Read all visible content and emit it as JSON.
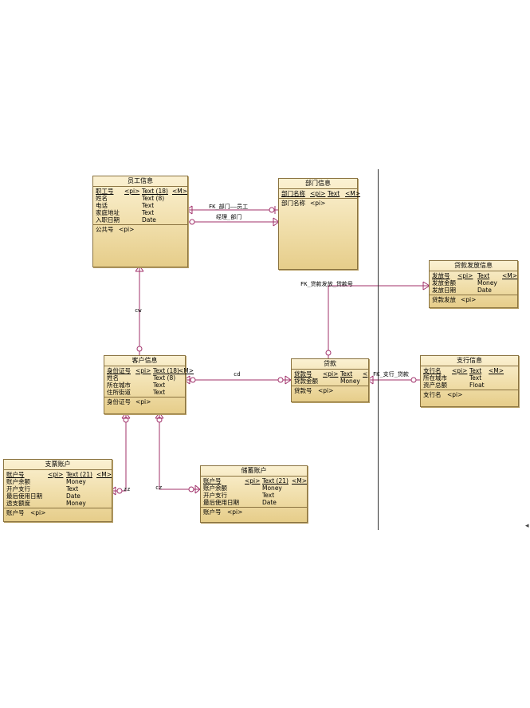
{
  "entities": {
    "employee": {
      "title": "员工信息",
      "attrs": [
        {
          "name": "职工号",
          "pi": "<pi>",
          "type": "Text (18)",
          "m": "<M>"
        },
        {
          "name": "姓名",
          "pi": "",
          "type": "Text (8)",
          "m": ""
        },
        {
          "name": "电话",
          "pi": "",
          "type": "Text",
          "m": ""
        },
        {
          "name": "家庭地址",
          "pi": "",
          "type": "Text",
          "m": ""
        },
        {
          "name": "入职日期",
          "pi": "",
          "type": "Date",
          "m": ""
        }
      ],
      "ids": [
        {
          "name": "公共号",
          "pi": "<pi>"
        }
      ]
    },
    "department": {
      "title": "部门信息",
      "attrs": [
        {
          "name": "部门名称",
          "pi": "<pi>",
          "type": "Text",
          "m": "<M>"
        }
      ],
      "ids": [
        {
          "name": "部门名称",
          "pi": "<pi>"
        }
      ]
    },
    "loan_release": {
      "title": "贷款发放信息",
      "attrs": [
        {
          "name": "发放号",
          "pi": "<pi>",
          "type": "Text",
          "m": "<M>"
        },
        {
          "name": "发放金额",
          "pi": "",
          "type": "Money",
          "m": ""
        },
        {
          "name": "发放日期",
          "pi": "",
          "type": "Date",
          "m": ""
        }
      ],
      "ids": [
        {
          "name": "贷款发放",
          "pi": "<pi>"
        }
      ]
    },
    "customer": {
      "title": "客户信息",
      "attrs": [
        {
          "name": "身份证号",
          "pi": "<pi>",
          "type": "Text (18)",
          "m": "<M>"
        },
        {
          "name": "姓名",
          "pi": "",
          "type": "Text (8)",
          "m": ""
        },
        {
          "name": "所在城市",
          "pi": "",
          "type": "Text",
          "m": ""
        },
        {
          "name": "住所街道",
          "pi": "",
          "type": "Text",
          "m": ""
        }
      ],
      "ids": [
        {
          "name": "身份证号",
          "pi": "<pi>"
        }
      ]
    },
    "loan": {
      "title": "贷款",
      "attrs": [
        {
          "name": "贷款号",
          "pi": "<pi>",
          "type": "Text",
          "m": "<"
        },
        {
          "name": "贷款金额",
          "pi": "",
          "type": "Money",
          "m": ""
        }
      ],
      "ids": [
        {
          "name": "贷款号",
          "pi": "<pi>"
        }
      ]
    },
    "branch": {
      "title": "支行信息",
      "attrs": [
        {
          "name": "支行名",
          "pi": "<pi>",
          "type": "Text",
          "m": "<M>"
        },
        {
          "name": "所在城市",
          "pi": "",
          "type": "Text",
          "m": ""
        },
        {
          "name": "资产总额",
          "pi": "",
          "type": "Float",
          "m": ""
        }
      ],
      "ids": [
        {
          "name": "支行名",
          "pi": "<pi>"
        }
      ]
    },
    "check_account": {
      "title": "支票账户",
      "attrs": [
        {
          "name": "账户号",
          "pi": "<pi>",
          "type": "Text (21)",
          "m": "<M>"
        },
        {
          "name": "账户余额",
          "pi": "",
          "type": "Money",
          "m": ""
        },
        {
          "name": "开户支行",
          "pi": "",
          "type": "Text",
          "m": ""
        },
        {
          "name": "最后使用日期",
          "pi": "",
          "type": "Date",
          "m": ""
        },
        {
          "name": "透支额度",
          "pi": "",
          "type": "Money",
          "m": ""
        }
      ],
      "ids": [
        {
          "name": "账户号",
          "pi": "<pi>"
        }
      ]
    },
    "savings_account": {
      "title": "储蓄账户",
      "attrs": [
        {
          "name": "账户号",
          "pi": "<pi>",
          "type": "Text (21)",
          "m": "<M>"
        },
        {
          "name": "账户余额",
          "pi": "",
          "type": "Money",
          "m": ""
        },
        {
          "name": "开户支行",
          "pi": "",
          "type": "Text",
          "m": ""
        },
        {
          "name": "最后使用日期",
          "pi": "",
          "type": "Date",
          "m": ""
        }
      ],
      "ids": [
        {
          "name": "账户号",
          "pi": "<pi>"
        }
      ]
    }
  },
  "relationships": {
    "dept_employee": "FK_部门——员工",
    "manager_dept": "经理_部门",
    "cw": "cw",
    "loan_release_fk": "FK_贷款发放_贷款号",
    "cd": "cd",
    "branch_loan": "FK_支行_贷款",
    "zz": "zz",
    "cz": "cz"
  },
  "colors": {
    "link": "#a0306a",
    "entity_border": "#8a7340"
  }
}
